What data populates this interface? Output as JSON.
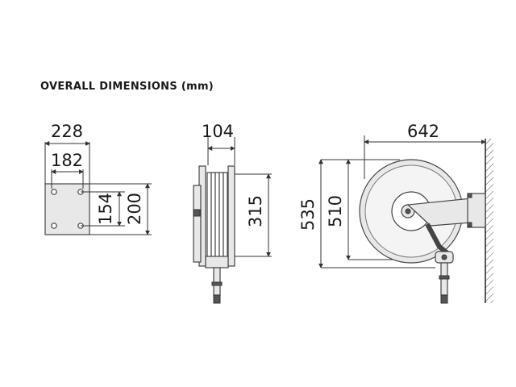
{
  "title": "OVERALL DIMENSIONS (mm)",
  "dimensions": {
    "bracket_width": "228",
    "bracket_hole_spacing": "182",
    "bracket_hole_height": "154",
    "bracket_height": "200",
    "reel_depth": "104",
    "reel_drum_height": "315",
    "overall_height": "535",
    "reel_diameter": "510",
    "overall_length": "642"
  }
}
